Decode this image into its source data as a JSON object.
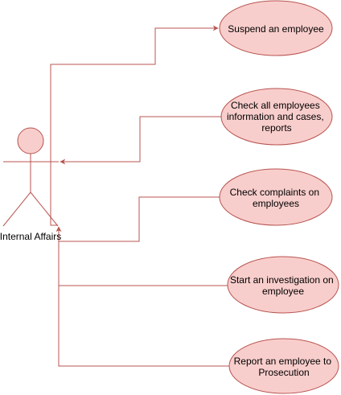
{
  "actor": {
    "name": "Internal Affairs"
  },
  "use_cases": [
    {
      "id": "suspend",
      "lines": [
        "Suspend an employee"
      ]
    },
    {
      "id": "check-all",
      "lines": [
        "Check all employees",
        "information and cases,",
        "reports"
      ]
    },
    {
      "id": "check-complaints",
      "lines": [
        "Check complaints on",
        "employees"
      ]
    },
    {
      "id": "start-investigation",
      "lines": [
        "Start an investigation on",
        "employee"
      ]
    },
    {
      "id": "report",
      "lines": [
        "Report an employee to",
        "Prosecution"
      ]
    }
  ],
  "colors": {
    "stroke": "#b85450",
    "fill": "#f8cecc",
    "text": "#000000"
  }
}
